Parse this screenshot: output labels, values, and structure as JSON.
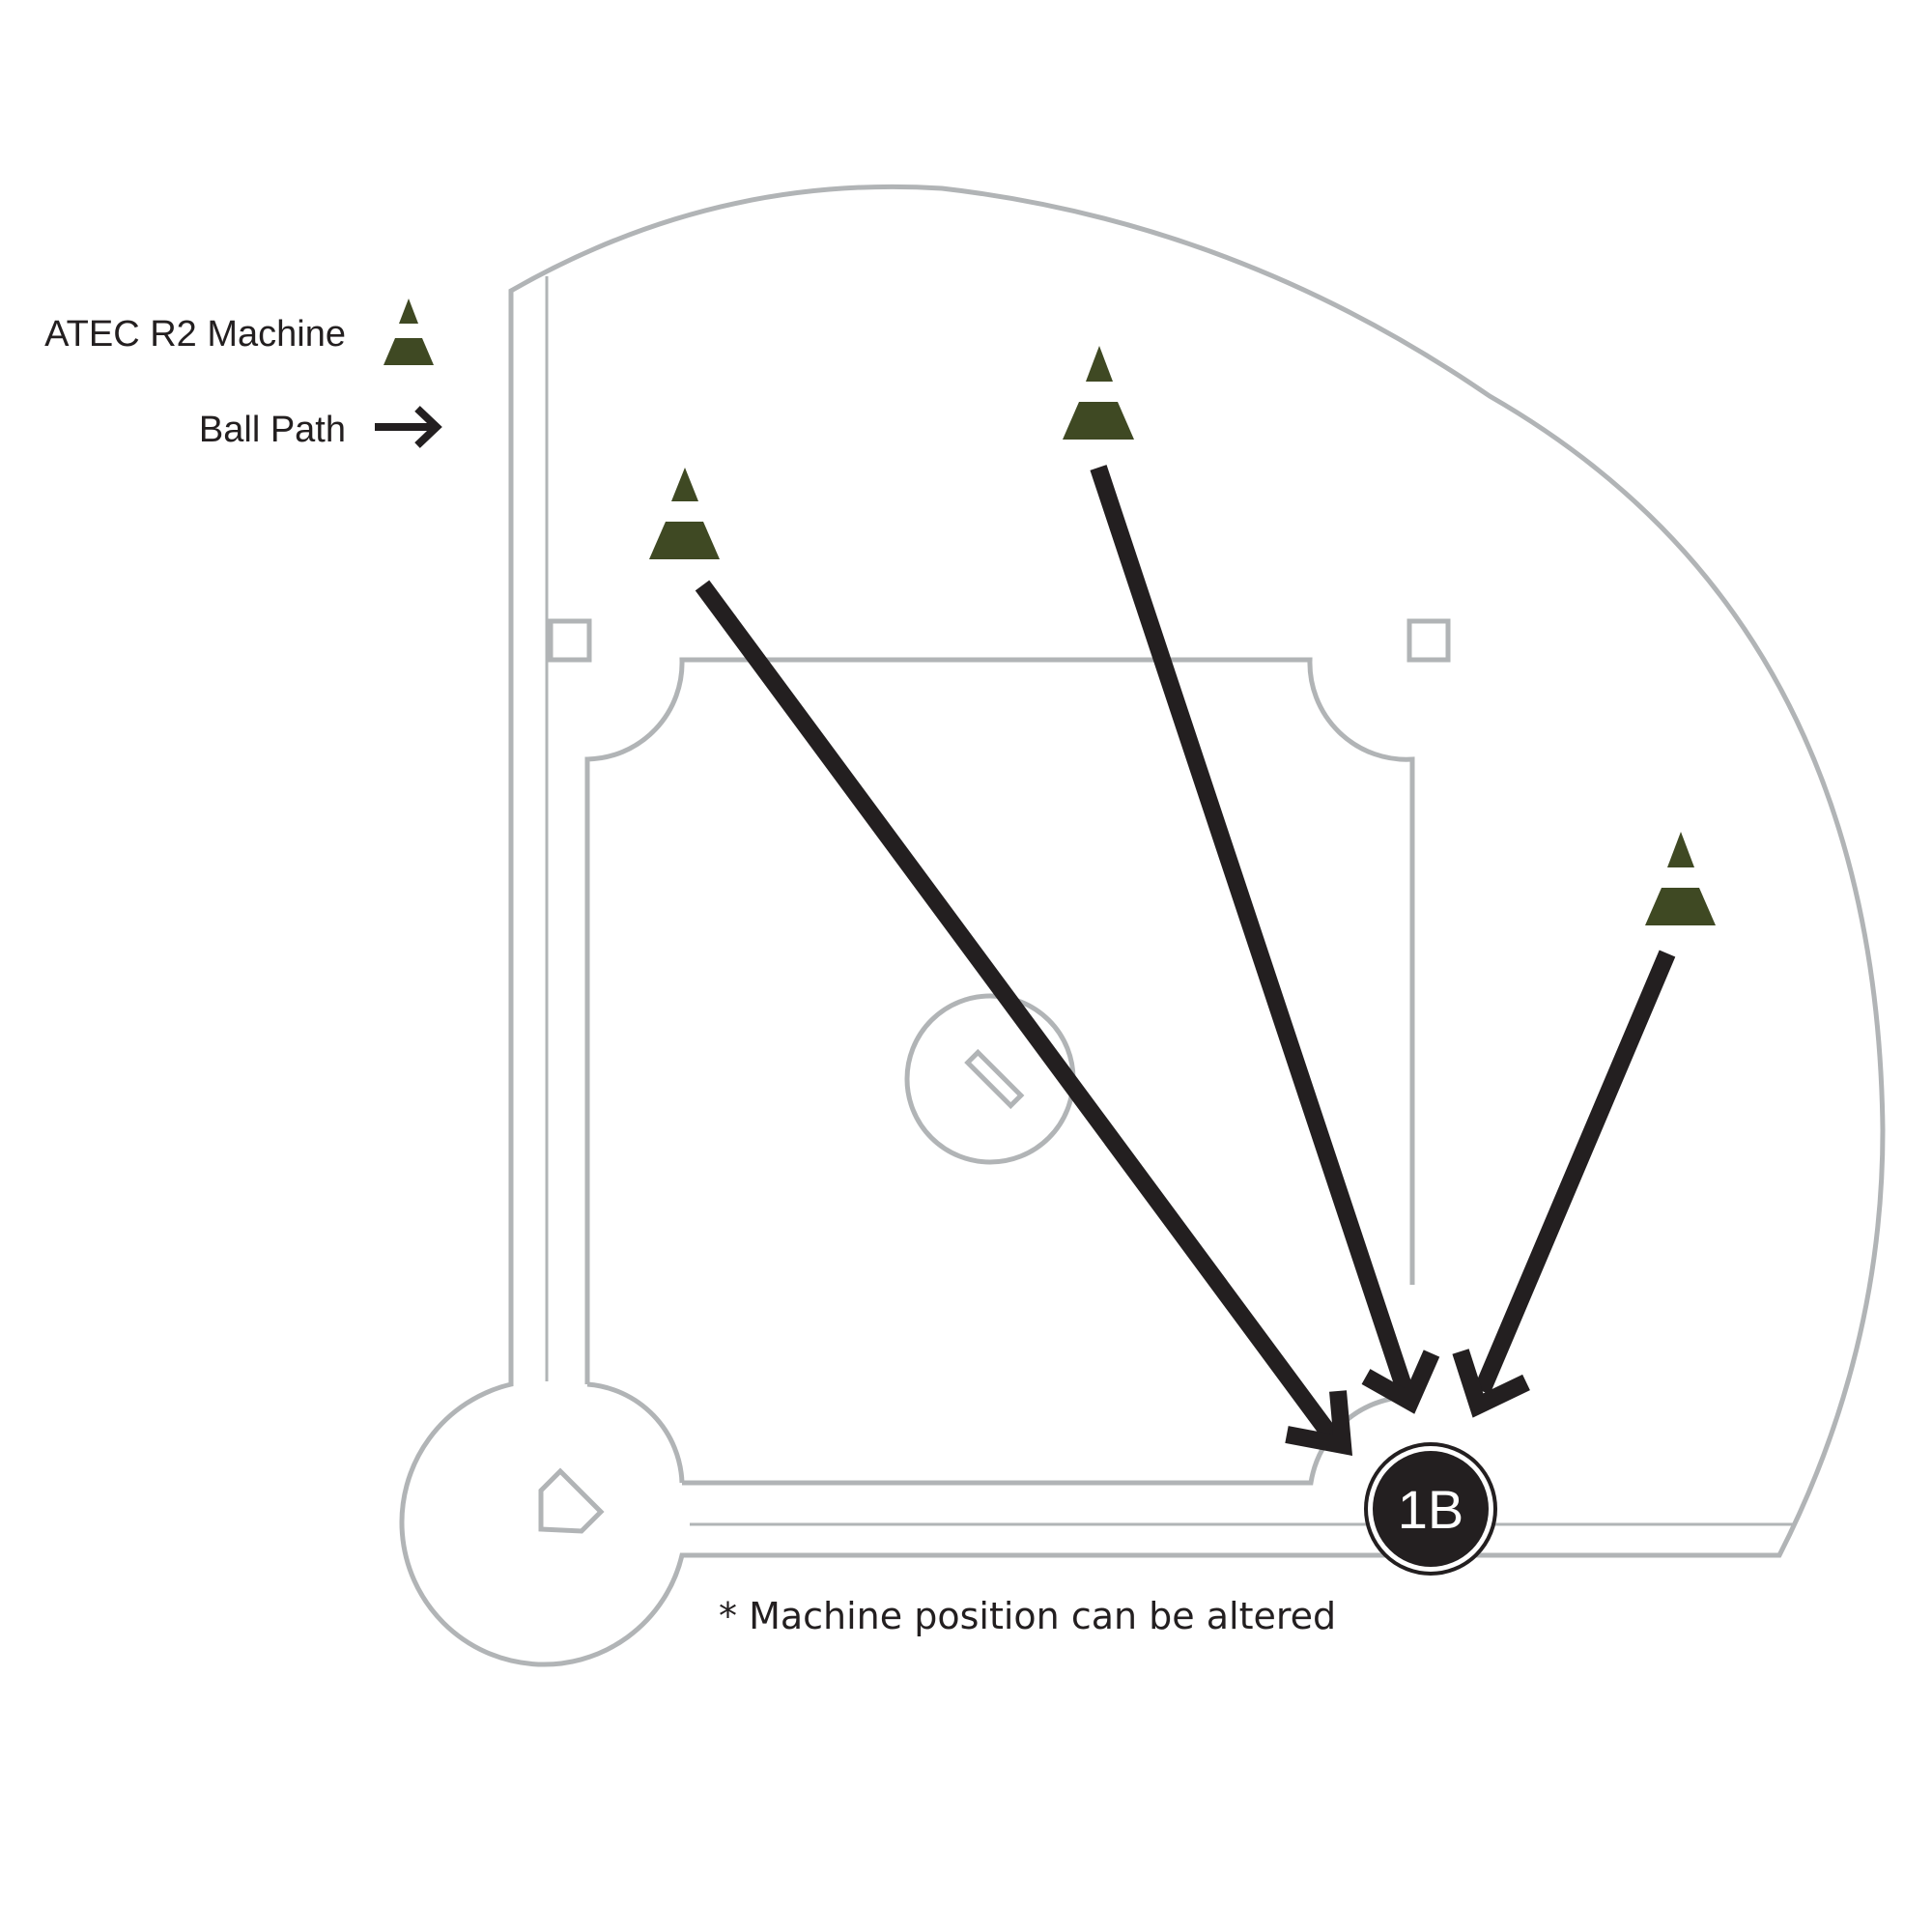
{
  "legend": {
    "machine_label": "ATEC R2 Machine",
    "ball_path_label": "Ball Path"
  },
  "base": {
    "label": "1B"
  },
  "note": "* Machine position can be altered",
  "colors": {
    "machine": "#3f4923",
    "arrow": "#231f20",
    "field_lines": "#b1b4b6",
    "base_fill": "#231f20"
  },
  "icons": {
    "machine": "cone-icon",
    "ball_path": "arrow-icon",
    "home_plate": "home-plate-icon",
    "pitching_rubber": "pitching-rubber-icon"
  }
}
